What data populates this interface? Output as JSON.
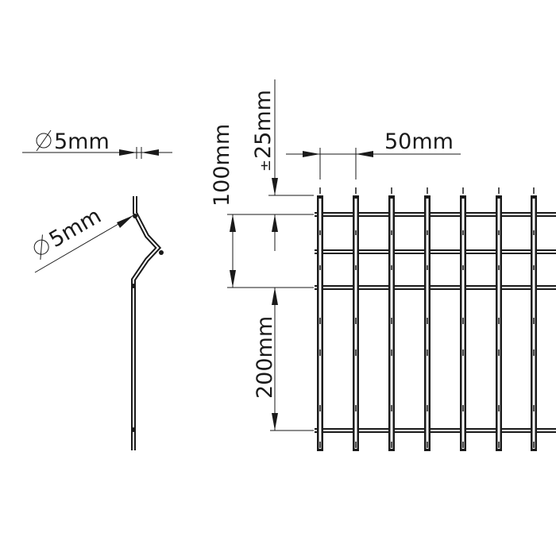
{
  "diagram": {
    "labels": {
      "wire_diameter_top": "5mm",
      "wire_diameter_side": "5mm",
      "bend_height": "100mm",
      "tolerance": "25mm",
      "tolerance_sign": "±",
      "mesh_width": "50mm",
      "mesh_height": "200mm",
      "diameter_symbol": "⌀"
    },
    "colors": {
      "line": "#1a1a1a",
      "background": "#ffffff"
    }
  }
}
